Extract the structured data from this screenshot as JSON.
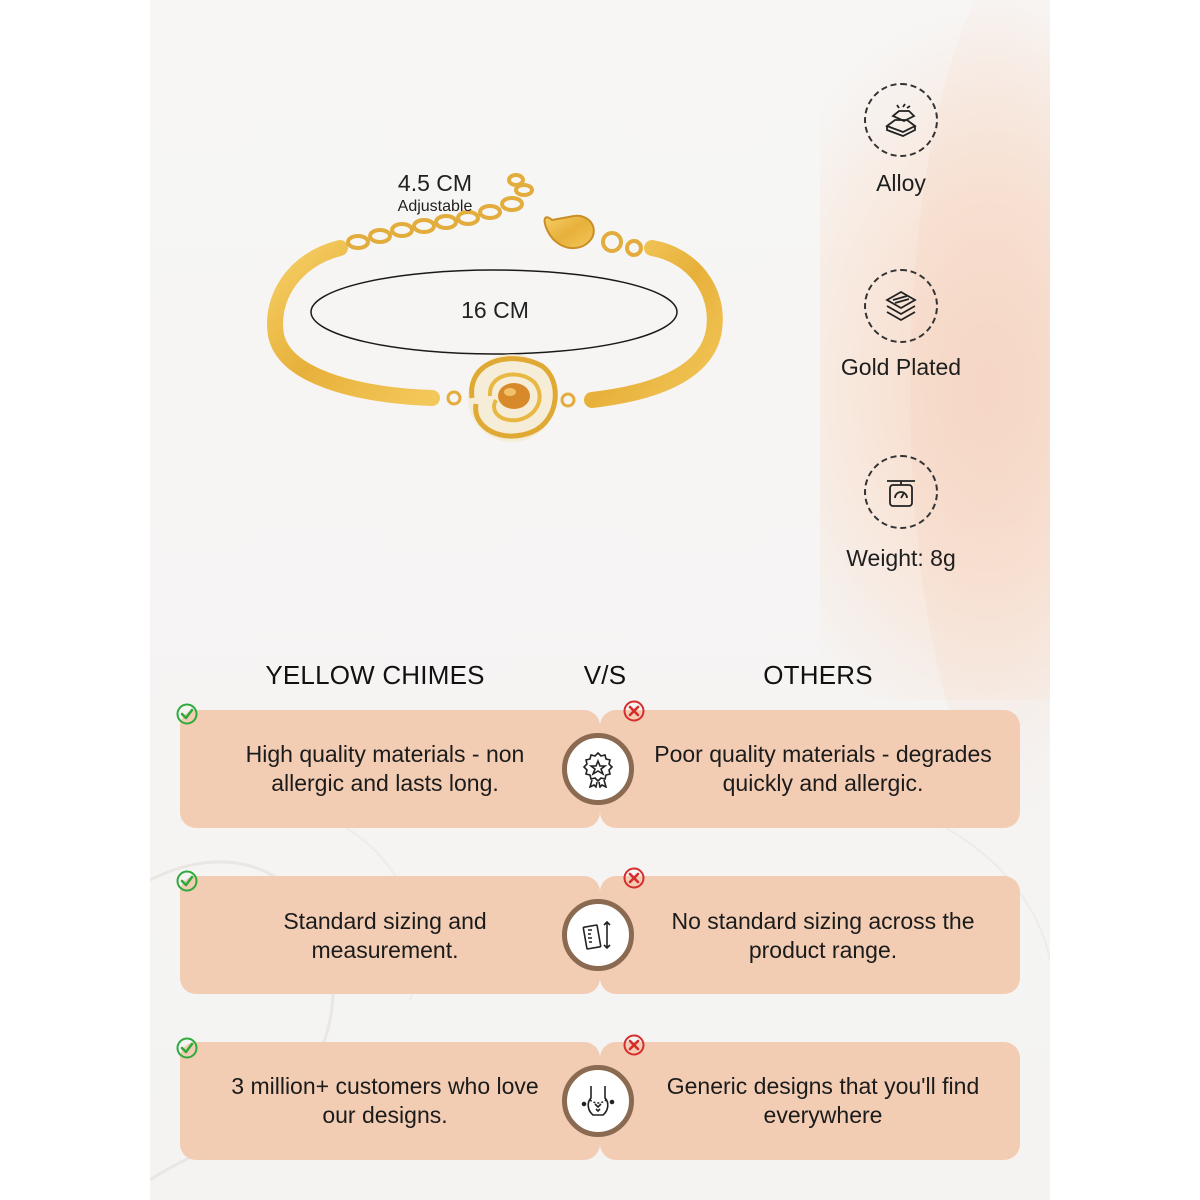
{
  "bracelet": {
    "extension_length": "4.5 CM",
    "extension_note": "Adjustable",
    "inner_length": "16 CM"
  },
  "features": [
    {
      "icon": "gold-bars-icon",
      "label": "Alloy"
    },
    {
      "icon": "layers-icon",
      "label": "Gold Plated"
    },
    {
      "icon": "weighing-scale-icon",
      "label": "Weight: 8g"
    }
  ],
  "comparison": {
    "left_heading": "YELLOW CHIMES",
    "vs_label": "V/S",
    "right_heading": "OTHERS",
    "rows": [
      {
        "icon": "quality-badge-icon",
        "ours": "High quality materials - non allergic and lasts long.",
        "others": "Poor quality materials - degrades quickly and allergic."
      },
      {
        "icon": "ruler-measure-icon",
        "ours": "Standard sizing and measurement.",
        "others": "No standard sizing across the product range."
      },
      {
        "icon": "hand-bracelet-icon",
        "ours": "3 million+ customers who love our designs.",
        "others": "Generic designs that you'll find everywhere"
      }
    ]
  },
  "colors": {
    "pill": "#f2cdb4",
    "badge_ring": "#8a6a50",
    "check": "#2eaa3a",
    "cross": "#d62d2d",
    "gold": "#e7b440"
  }
}
